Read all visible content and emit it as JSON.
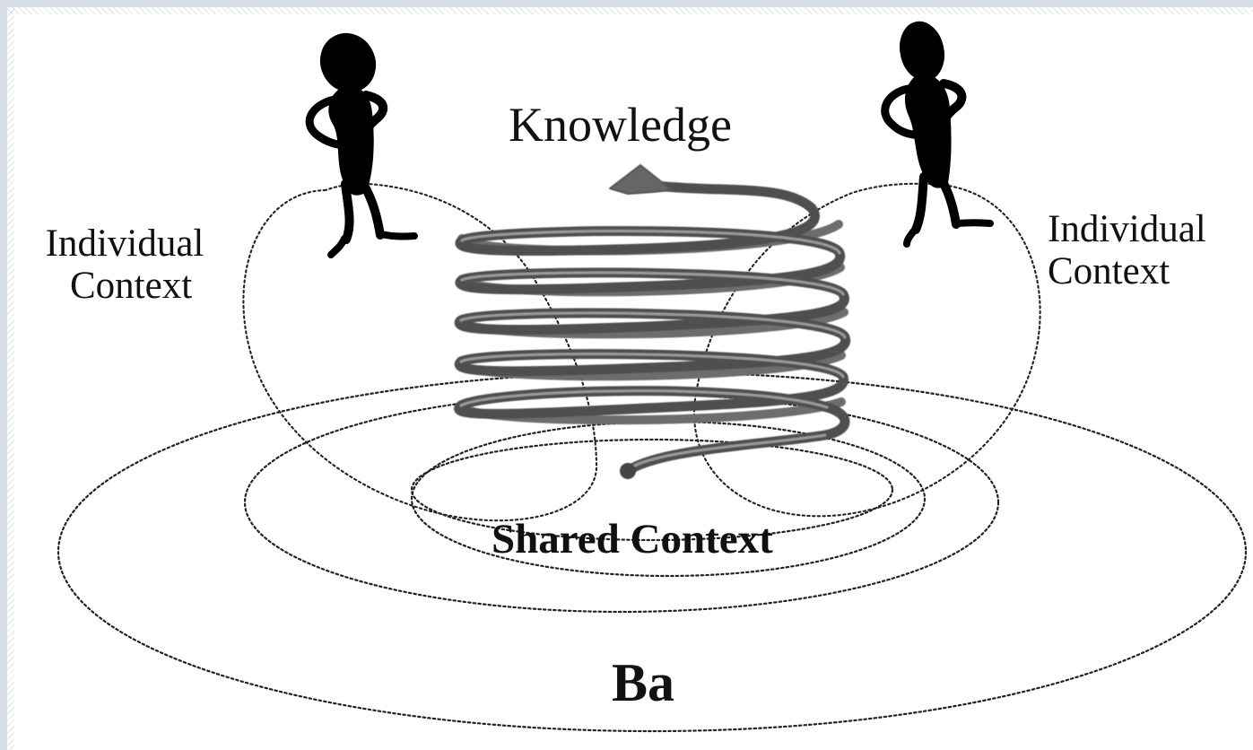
{
  "diagram": {
    "knowledge_label": "Knowledge",
    "left_context": {
      "line1": "Individual",
      "line2": "Context"
    },
    "right_context": {
      "line1": "Individual",
      "line2": "Context"
    },
    "shared_context_label": "Shared Context",
    "ba_label": "Ba",
    "colors": {
      "ink": "#111111",
      "spiral": "#5a5a5a",
      "border": "#d9dde5"
    },
    "figures": [
      "person-icon",
      "person-icon"
    ]
  }
}
